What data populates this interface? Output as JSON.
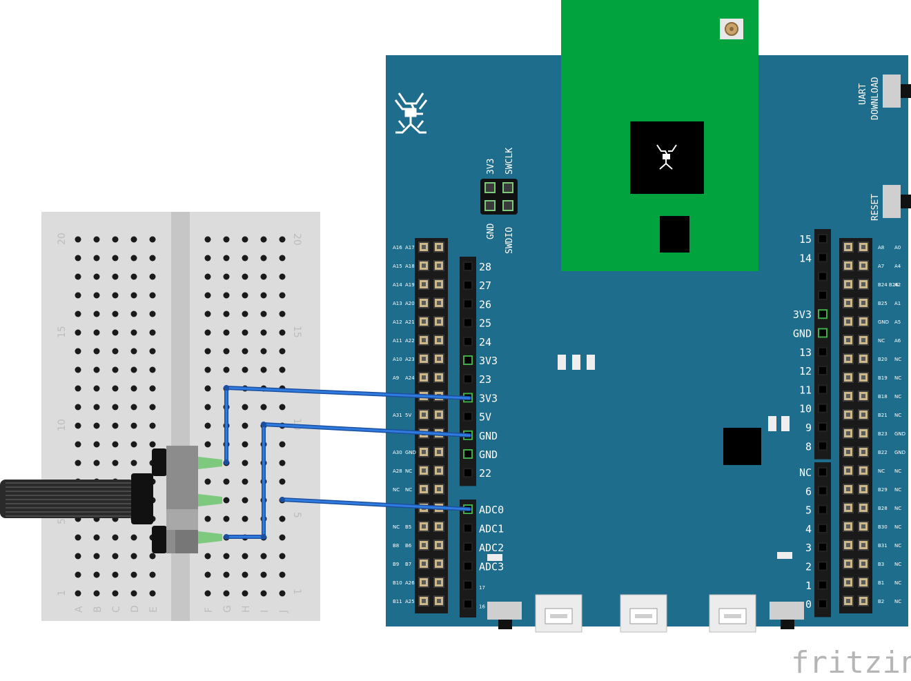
{
  "watermark": "fritzing",
  "colors": {
    "board": "#1f6d8c",
    "module": "#00a33e",
    "wire": "#2a6fd6",
    "breadboard": "#dcdcdc",
    "header": "#1a1a1a",
    "pad": "#cdb88a"
  },
  "jumper": {
    "left_top": "3V3",
    "left_bottom": "GND",
    "right_top": "SWCLK",
    "right_bottom": "SWDIO"
  },
  "buttons": {
    "uart": [
      "UART",
      "DOWNLOAD"
    ],
    "reset": "RESET"
  },
  "breadboard": {
    "cols_left": [
      "A",
      "B",
      "C",
      "D",
      "E"
    ],
    "cols_right": [
      "F",
      "G",
      "H",
      "I",
      "J"
    ],
    "row_marks": [
      "20",
      "15",
      "10",
      "5",
      "1"
    ]
  },
  "inner_left_header": [
    "28",
    "27",
    "26",
    "25",
    "24",
    "3V3",
    "23",
    "3V3",
    "5V",
    "GND",
    "GND",
    "22"
  ],
  "inner_left_header2": [
    "ADC0",
    "ADC1",
    "ADC2",
    "ADC3",
    "17",
    "16"
  ],
  "outer_left_header": [
    [
      "A16",
      "A17"
    ],
    [
      "A15",
      "A18"
    ],
    [
      "A14",
      "A19"
    ],
    [
      "A13",
      "A20"
    ],
    [
      "A12",
      "A21"
    ],
    [
      "A11",
      "A22"
    ],
    [
      "A10",
      "A23"
    ],
    [
      "A9",
      "A24"
    ],
    [
      "",
      ""
    ],
    [
      "A31",
      "5V"
    ],
    [
      "",
      ""
    ],
    [
      "A30",
      "GND"
    ],
    [
      "A28",
      "NC"
    ],
    [
      "NC",
      "NC"
    ],
    [
      "",
      ""
    ],
    [
      "NC",
      "B5"
    ],
    [
      "B8",
      "B6"
    ],
    [
      "B9",
      "B7"
    ],
    [
      "B10",
      "A26"
    ],
    [
      "B11",
      "A25"
    ]
  ],
  "inner_right_header": [
    "15",
    "14",
    "",
    "",
    "3V3",
    "GND",
    "13",
    "12",
    "11",
    "10",
    "9",
    "8"
  ],
  "inner_right_header2": [
    "NC",
    "6",
    "5",
    "4",
    "3",
    "2",
    "1",
    "0"
  ],
  "outer_right_header": [
    [
      "A8",
      "A0"
    ],
    [
      "A7",
      "A4"
    ],
    [
      "B24 B26",
      "A2"
    ],
    [
      "B25",
      "A1"
    ],
    [
      "GND",
      "A5"
    ],
    [
      "NC",
      "A6"
    ],
    [
      "B20",
      "NC"
    ],
    [
      "B19",
      "NC"
    ],
    [
      "B18",
      "NC"
    ],
    [
      "B21",
      "NC"
    ],
    [
      "B23",
      "GND"
    ],
    [
      "B22",
      "GND"
    ],
    [
      "NC",
      "NC"
    ],
    [
      "B29",
      "NC"
    ],
    [
      "B28",
      "NC"
    ],
    [
      "B30",
      "NC"
    ],
    [
      "B31",
      "NC"
    ],
    [
      "B3",
      "NC"
    ],
    [
      "B1",
      "NC"
    ],
    [
      "B2",
      "NC"
    ]
  ]
}
